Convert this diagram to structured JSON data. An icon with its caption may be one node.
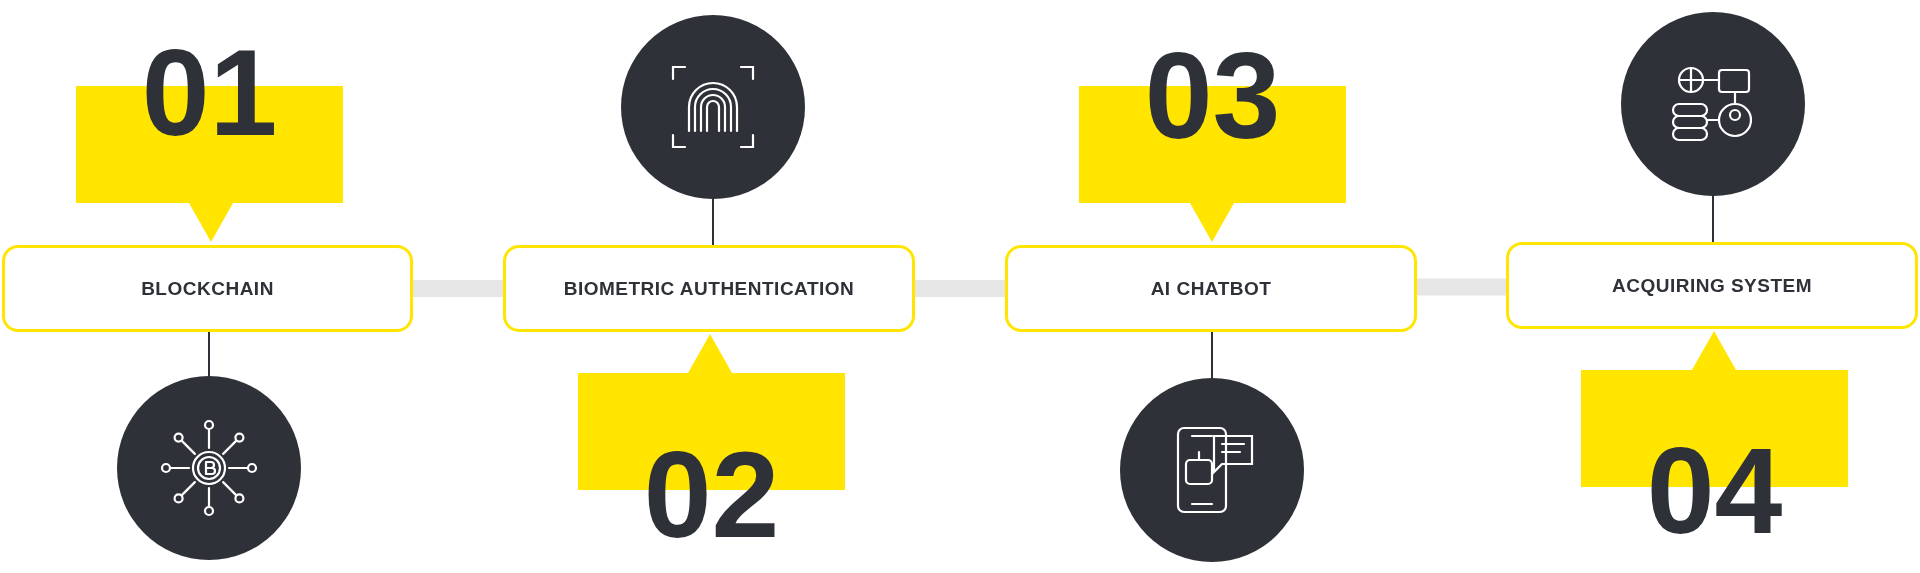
{
  "diagram": {
    "nodes": [
      {
        "text": [
          "01"
        ]
      },
      {
        "text": [
          "BLOCKCHAIN"
        ]
      },
      {
        "text": [],
        "shape": "circle"
      },
      {
        "text": [],
        "shape": "circle"
      },
      {
        "text": [
          "BIOMETRIC AUTHENTICATION"
        ]
      },
      {
        "text": [
          "02"
        ]
      },
      {
        "text": [
          "03"
        ]
      },
      {
        "text": [
          "AI CHATBOT"
        ]
      },
      {
        "text": [],
        "shape": "circle"
      },
      {
        "text": [],
        "shape": "circle"
      },
      {
        "text": [
          "ACQUIRING SYSTEM"
        ]
      },
      {
        "text": [
          "04"
        ]
      }
    ],
    "edges": [
      {
        "from": 1,
        "to": 2,
        "arrow": "none"
      },
      {
        "from": 3,
        "to": 4,
        "arrow": "none"
      },
      {
        "from": 7,
        "to": 8,
        "arrow": "none"
      },
      {
        "from": 9,
        "to": 10,
        "arrow": "none"
      },
      {
        "from": 1,
        "to": 4,
        "arrow": "none",
        "style": "thick",
        "color": "#e6e6e6"
      },
      {
        "from": 4,
        "to": 7,
        "arrow": "none",
        "style": "thick",
        "color": "#e6e6e6"
      },
      {
        "from": 7,
        "to": 10,
        "arrow": "none",
        "style": "thick",
        "color": "#e6e6e6"
      }
    ]
  }
}
